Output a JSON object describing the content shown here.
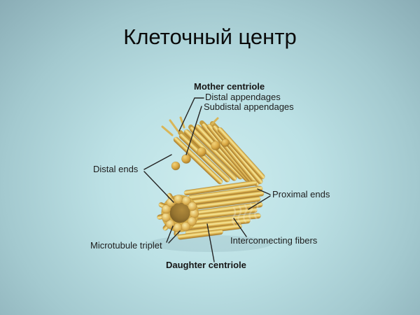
{
  "slide": {
    "title": "Клеточный центр",
    "background_center_color": "#cdecee",
    "background_edge_color": "#8aadb6"
  },
  "diagram": {
    "subject": "centrosome with mother and daughter centrioles",
    "labels": {
      "mother_centriole": "Mother centriole",
      "distal_appendages": "Distal appendages",
      "subdistal_appendages": "Subdistal appendages",
      "distal_ends": "Distal ends",
      "proximal_ends": "Proximal ends",
      "interconnecting_fibers": "Interconnecting fibers",
      "microtubule_triplet": "Microtubule triplet",
      "daughter_centriole": "Daughter centriole"
    },
    "colors": {
      "microtubule_gold": "#e8c763",
      "microtubule_highlight": "#f4e59c",
      "microtubule_shadow": "#a67c2c",
      "appendage_ball": "#d9a843",
      "fiber": "#f4ecd4",
      "leader_line": "#242424",
      "label_text": "#1d1d1d",
      "title_text": "#0a0a0a"
    }
  }
}
